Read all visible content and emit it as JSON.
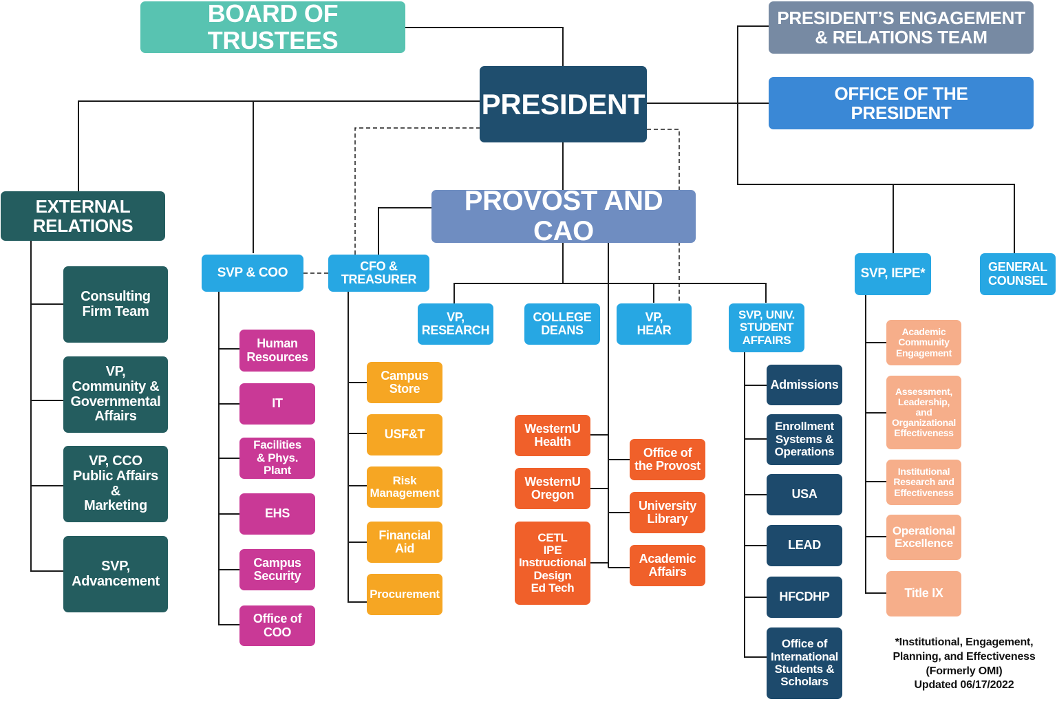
{
  "nodes": {
    "board": "BOARD OF TRUSTEES",
    "pert": "PRESIDENT’S ENGAGEMENT\n& RELATIONS TEAM",
    "president": "PRESIDENT",
    "oop": "OFFICE OF THE\nPRESIDENT",
    "external": "EXTERNAL\nRELATIONS",
    "provost": "PROVOST AND CAO",
    "svp_coo": "SVP & COO",
    "cfo": "CFO &\nTREASURER",
    "svp_iepe": "SVP, IEPE*",
    "general_counsel": "GENERAL\nCOUNSEL",
    "vp_research": "VP,\nRESEARCH",
    "college_deans": "COLLEGE\nDEANS",
    "vp_hear": "VP,\nHEAR",
    "svp_student_affairs": "SVP, UNIV.\nSTUDENT\nAFFAIRS"
  },
  "external_items": [
    "Consulting\nFirm Team",
    "VP,\nCommunity &\nGovernmental\nAffairs",
    "VP, CCO\nPublic Affairs\n&\nMarketing",
    "SVP,\nAdvancement"
  ],
  "coo_items": [
    "Human\nResources",
    "IT",
    "Facilities\n& Phys.\nPlant",
    "EHS",
    "Campus\nSecurity",
    "Office of\nCOO"
  ],
  "cfo_items": [
    "Campus\nStore",
    "USF&T",
    "Risk\nManagement",
    "Financial\nAid",
    "Procurement"
  ],
  "provost_left_items": [
    "WesternU\nHealth",
    "WesternU\nOregon",
    "CETL\nIPE\nInstructional\nDesign\nEd Tech"
  ],
  "provost_right_items": [
    "Office of\nthe Provost",
    "University\nLibrary",
    "Academic\nAffairs"
  ],
  "student_affairs_items": [
    "Admissions",
    "Enrollment\nSystems &\nOperations",
    "USA",
    "LEAD",
    "HFCDHP",
    "Office of\nInternational\nStudents &\nScholars"
  ],
  "iepe_items": [
    "Academic\nCommunity\nEngagement",
    "Assessment,\nLeadership,\nand\nOrganizational\nEffectiveness",
    "Institutional\nResearch and\nEffectiveness",
    "Operational\nExcellence",
    "Title IX"
  ],
  "footnote": "*Institutional, Engagement,\nPlanning, and Effectiveness\n(Formerly OMI)\nUpdated 06/17/2022",
  "colors": {
    "board": "#58c3b1",
    "pert": "#778aa3",
    "president": "#1f4e6e",
    "oop": "#3a88d6",
    "provost": "#6f8dc1",
    "external": "#245d5f",
    "vp_level": "#27a7e3",
    "coo_items": "#c93996",
    "cfo_items": "#f6a623",
    "provost_items": "#f0602a",
    "student_affairs_items": "#1d4a6c",
    "iepe_items": "#f6ae8a",
    "connector": "#1a1a1a"
  }
}
